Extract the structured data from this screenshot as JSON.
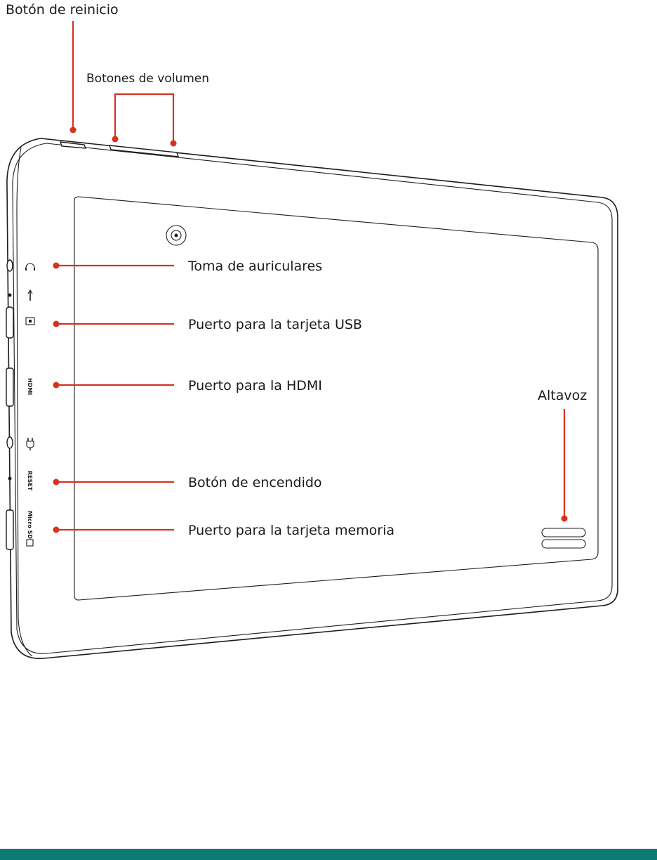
{
  "labels": {
    "reset": "Botón de reinicio",
    "volume": "Botones de volumen",
    "headphone": "Toma de auriculares",
    "usb": "Puerto para la tarjeta USB",
    "hdmi": "Puerto para la HDMI",
    "power": "Botón de encendido",
    "memory": "Puerto para la tarjeta memoria",
    "speaker": "Altavoz"
  },
  "port_marks": {
    "hdmi": "HDMI",
    "reset": "RESET",
    "microsd": "Micro SD"
  },
  "colors": {
    "callout": "#d8321e",
    "outline": "#1c1c1c",
    "footer": "#0e7b72"
  },
  "icons": {
    "headphone": "headphone-icon",
    "usb": "usb-icon",
    "power": "power-plug-icon",
    "camera": "camera-icon"
  }
}
